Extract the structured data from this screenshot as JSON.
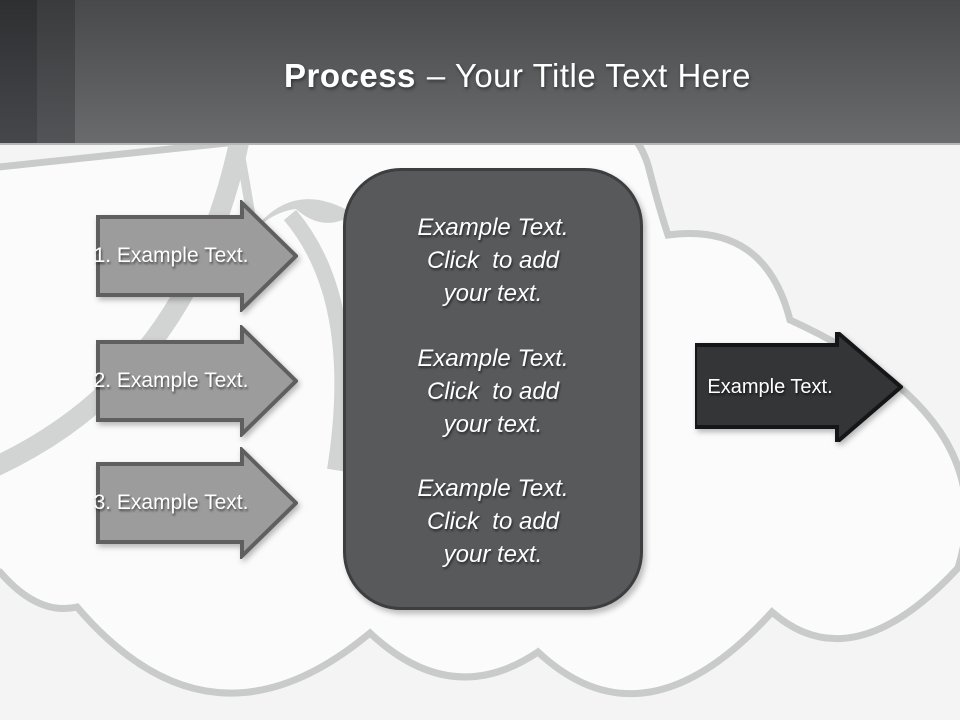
{
  "slide": {
    "title": {
      "emphasis": "Process",
      "rest": "– Your Title Text Here"
    },
    "left_arrows": [
      {
        "label": "1. Example Text."
      },
      {
        "label": "2. Example Text."
      },
      {
        "label": "3. Example Text."
      }
    ],
    "center_box": {
      "paragraphs": [
        "Example Text.\nClick  to add\nyour text.",
        "Example Text.\nClick  to add\nyour text.",
        "Example Text.\nClick  to add\nyour text."
      ]
    },
    "right_arrow": {
      "label": "Example Text."
    },
    "colors": {
      "header_top": "#47494b",
      "header_bottom": "#6a6b6d",
      "left_arrow_fill": "#9c9c9c",
      "left_arrow_border": "#5f5f5f",
      "center_box_fill": "#58595b",
      "center_box_border": "#3d3e40",
      "right_arrow_fill": "#343537",
      "right_arrow_border": "#151618",
      "cloud_stroke": "#c9caca",
      "cloud_fill": "#fbfbfc",
      "background": "#f4f4f5",
      "text": "#ffffff"
    }
  }
}
